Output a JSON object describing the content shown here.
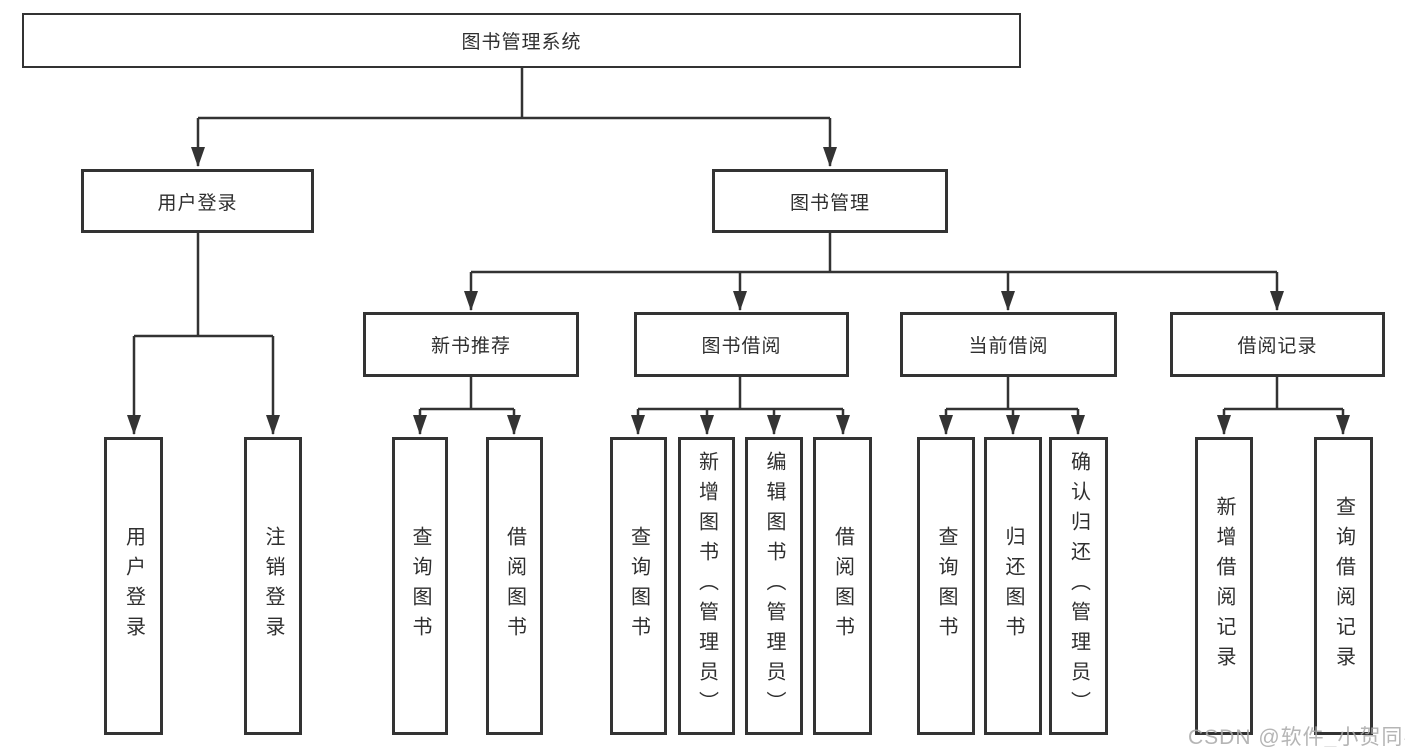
{
  "diagram_type": "function-structure-tree",
  "colors": {
    "line": "#333333",
    "box_background": "#ffffff",
    "text": "#2f2f2f",
    "watermark": "#a8a8a8"
  },
  "watermark": "CSDN @软件_小贺同学",
  "tree": {
    "label": "图书管理系统",
    "children": [
      {
        "label": "用户登录",
        "children": [
          {
            "label": "用户登录"
          },
          {
            "label": "注销登录"
          }
        ]
      },
      {
        "label": "图书管理",
        "children": [
          {
            "label": "新书推荐",
            "children": [
              {
                "label": "查询图书"
              },
              {
                "label": "借阅图书"
              }
            ]
          },
          {
            "label": "图书借阅",
            "children": [
              {
                "label": "查询图书"
              },
              {
                "label": "新增图书（管理员）"
              },
              {
                "label": "编辑图书（管理员）"
              },
              {
                "label": "借阅图书"
              }
            ]
          },
          {
            "label": "当前借阅",
            "children": [
              {
                "label": "查询图书"
              },
              {
                "label": "归还图书"
              },
              {
                "label": "确认归还（管理员）"
              }
            ]
          },
          {
            "label": "借阅记录",
            "children": [
              {
                "label": "新增借阅记录"
              },
              {
                "label": "查询借阅记录"
              }
            ]
          }
        ]
      }
    ]
  }
}
